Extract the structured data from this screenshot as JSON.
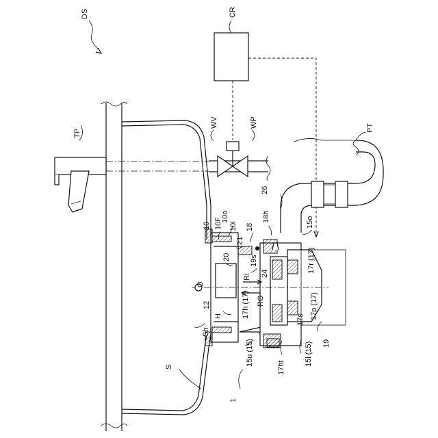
{
  "labels": {
    "ds": "DS",
    "cr": "CR",
    "tp": "TP",
    "wv": "WV",
    "wp": "WP",
    "pt": "PT",
    "n26": "26",
    "n18h": "18h",
    "n15o": "15o",
    "n10": "10",
    "n10f": "10F",
    "n10o": "10o",
    "n10i": "10i",
    "n21": "21",
    "n18": "18",
    "n20": "20",
    "n19s": "19s",
    "ri": "RI",
    "o": "O",
    "n12": "12",
    "n24": "24",
    "n17r": "17r (17)",
    "n17h": "17h (17)",
    "ro": "RO",
    "n17p": "17p (17)",
    "h": "H",
    "sh": "Sh",
    "n17s": "17s",
    "n15u": "15u (15)",
    "n15l": "15l (15)",
    "n19": "19",
    "n17ht": "17ht",
    "s": "S",
    "n1": "1"
  }
}
